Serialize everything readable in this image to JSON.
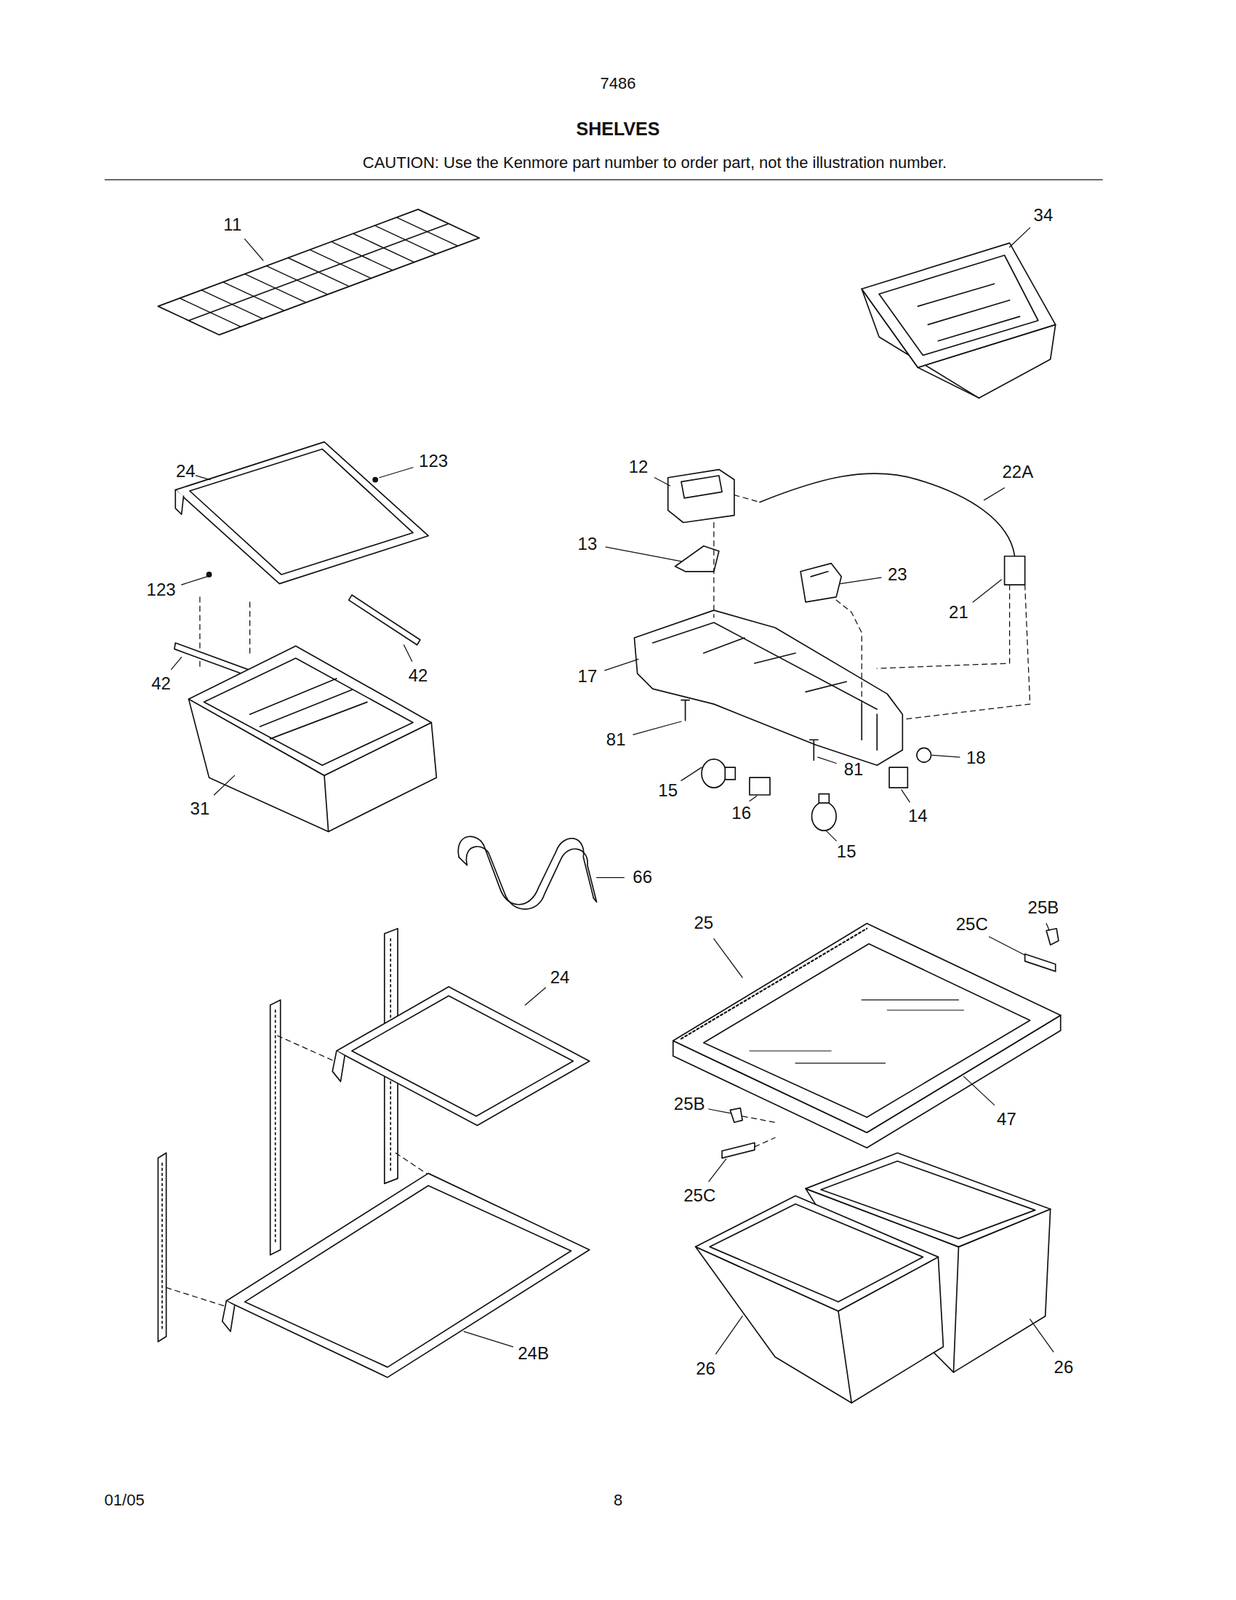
{
  "diagram": {
    "title": "SHELVES",
    "labels": [
      "7486",
      "CAUTION: Use the Kenmore part number to order part, not the illustration number.",
      "11",
      "34",
      "24",
      "123",
      "12",
      "22A",
      "13",
      "23",
      "123",
      "21",
      "42",
      "17",
      "42",
      "81",
      "18",
      "81",
      "15",
      "16",
      "14",
      "31",
      "15",
      "66",
      "25B",
      "25",
      "25C",
      "24",
      "25B",
      "47",
      "25C",
      "24B",
      "26",
      "26",
      "01/05",
      "8"
    ]
  }
}
